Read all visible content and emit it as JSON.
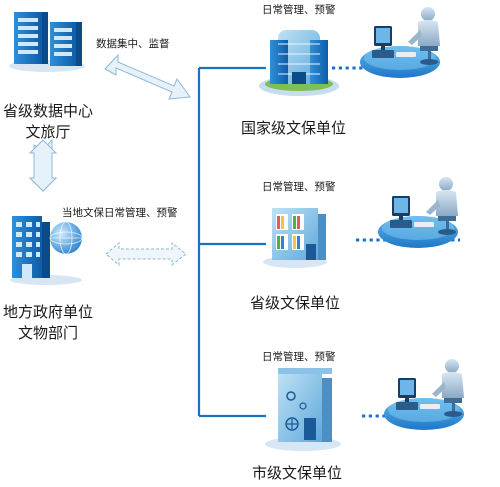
{
  "left": {
    "provincial_center": {
      "line1": "省级数据中心",
      "line2": "文旅厅",
      "icon": "server-rack-icon"
    },
    "local_government": {
      "line1": "地方政府单位",
      "line2": "文物部门",
      "icon": "office-building-globe-icon"
    }
  },
  "edges": {
    "data_collect": "数据集中、监督",
    "local_manage": "当地文保日常管理、预警"
  },
  "units": [
    {
      "label": "国家级文保单位",
      "note": "日常管理、预警",
      "icon": "glass-building-icon"
    },
    {
      "label": "省级文保单位",
      "note": "日常管理、预警",
      "icon": "library-building-icon"
    },
    {
      "label": "市级文保单位",
      "note": "日常管理、预警",
      "icon": "vault-building-icon"
    }
  ],
  "workstation_icon": "operator-workstation-icon",
  "colors": {
    "trunk": "#1b73c0",
    "dots": "#1a6fd0",
    "arrow_fill": "#e6f1fa",
    "arrow_stroke": "#8fb8da"
  }
}
